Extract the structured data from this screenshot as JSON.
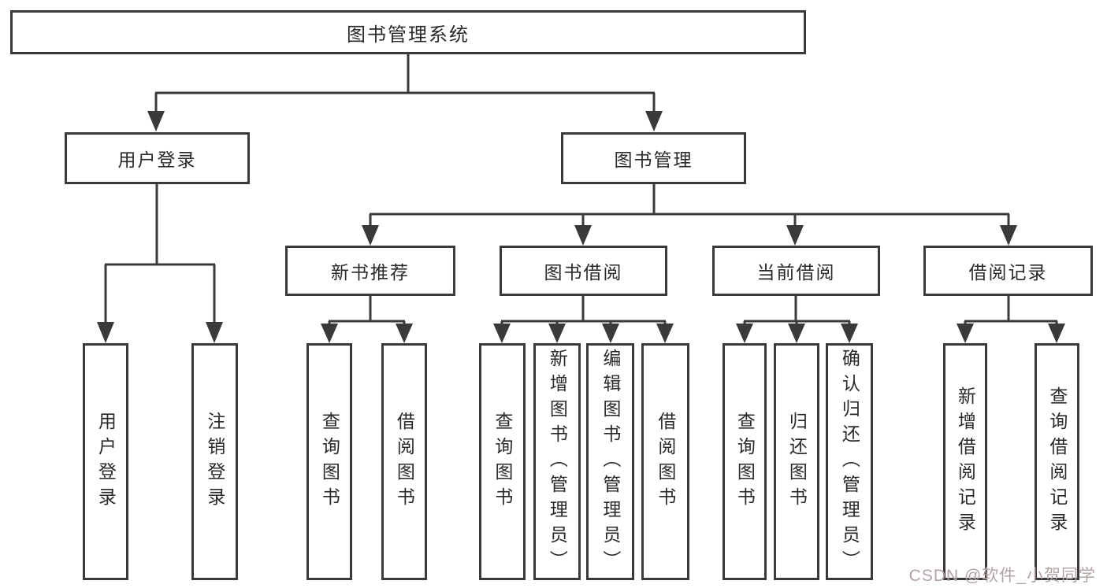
{
  "diagram": {
    "type": "hierarchy",
    "root": {
      "label": "图书管理系统"
    },
    "login": {
      "label": "用户登录",
      "children": [
        "用户登录",
        "注销登录"
      ]
    },
    "manage": {
      "label": "图书管理",
      "sections": [
        {
          "label": "新书推荐",
          "children": [
            "查询图书",
            "借阅图书"
          ]
        },
        {
          "label": "图书借阅",
          "children": [
            "查询图书",
            "新增图书（管理员）",
            "编辑图书（管理员）",
            "借阅图书"
          ]
        },
        {
          "label": "当前借阅",
          "children": [
            "查询图书",
            "归还图书",
            "确认归还（管理员）"
          ]
        },
        {
          "label": "借阅记录",
          "children": [
            "新增借阅记录",
            "查询借阅记录"
          ]
        }
      ]
    },
    "colors": {
      "line": "#3a3a3a",
      "box_border": "#3a3a3a",
      "text": "#2a2a2a",
      "background": "#ffffff",
      "watermark": "#b3a4a4"
    }
  },
  "watermark": "CSDN @软件_小贺同学"
}
